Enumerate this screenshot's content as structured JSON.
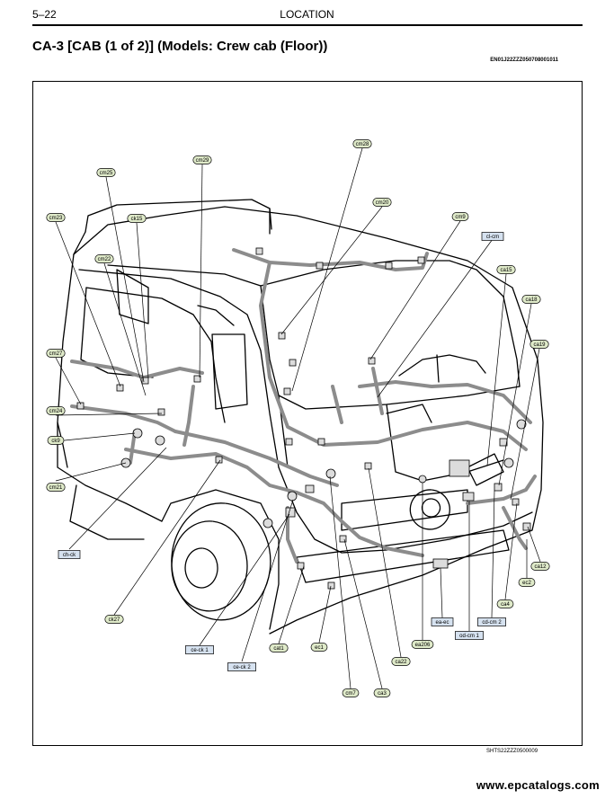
{
  "header": {
    "page_number": "5–22",
    "section": "LOCATION"
  },
  "title": "CA-3 [CAB (1 of 2)] (Models: Crew cab (Floor))",
  "doc_code": "EN01J22ZZZ050708001011",
  "figure_code": "SHTS22ZZZ0500009",
  "footer_url": "www.epcatalogs.com",
  "colors": {
    "label_green": "#dfeac9",
    "label_blue": "#d6e2f0",
    "harness": "#8c8c8c",
    "outline": "#000000"
  },
  "labels": [
    {
      "text": "cm28",
      "style": "green"
    },
    {
      "text": "cm29",
      "style": "green"
    },
    {
      "text": "cm25",
      "style": "green"
    },
    {
      "text": "cm20",
      "style": "green"
    },
    {
      "text": "ck15",
      "style": "green"
    },
    {
      "text": "cm23",
      "style": "green"
    },
    {
      "text": "cm9",
      "style": "green"
    },
    {
      "text": "cl-cm",
      "style": "blue"
    },
    {
      "text": "cm22",
      "style": "green"
    },
    {
      "text": "ca15",
      "style": "green"
    },
    {
      "text": "ca18",
      "style": "green"
    },
    {
      "text": "ca19",
      "style": "green"
    },
    {
      "text": "cm27",
      "style": "green"
    },
    {
      "text": "cm24",
      "style": "green"
    },
    {
      "text": "ck9",
      "style": "green"
    },
    {
      "text": "cm21",
      "style": "green"
    },
    {
      "text": "ch-ck",
      "style": "blue"
    },
    {
      "text": "ca12",
      "style": "green"
    },
    {
      "text": "ec2",
      "style": "green"
    },
    {
      "text": "ca4",
      "style": "green"
    },
    {
      "text": "ck27",
      "style": "green"
    },
    {
      "text": "ea-ec",
      "style": "blue"
    },
    {
      "text": "cd-cm 2",
      "style": "blue"
    },
    {
      "text": "od-cm 1",
      "style": "blue"
    },
    {
      "text": "ce-ck 1",
      "style": "blue"
    },
    {
      "text": "cat1",
      "style": "green"
    },
    {
      "text": "ec1",
      "style": "green"
    },
    {
      "text": "ea206",
      "style": "green"
    },
    {
      "text": "ca22",
      "style": "green"
    },
    {
      "text": "ce-ck 2",
      "style": "blue"
    },
    {
      "text": "cm7",
      "style": "green"
    },
    {
      "text": "ca3",
      "style": "green"
    }
  ]
}
